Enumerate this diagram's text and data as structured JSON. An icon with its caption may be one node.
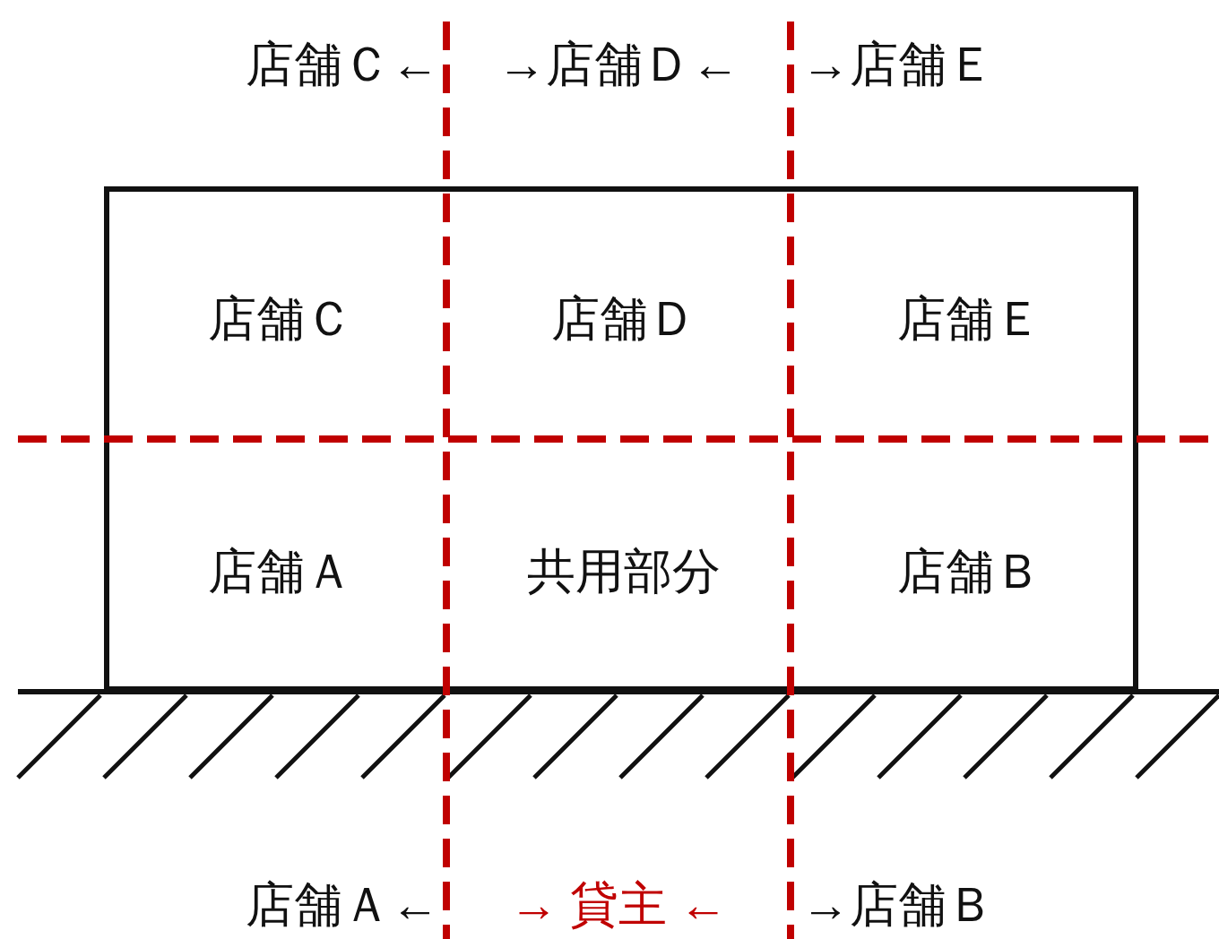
{
  "diagram": {
    "nodes": [
      {
        "text": [],
        "shape": "box"
      },
      {
        "text": [
          "店舗Ｃ"
        ],
        "in": 0
      },
      {
        "text": [
          "店舗Ｄ"
        ],
        "in": 0
      },
      {
        "text": [
          "店舗Ｅ"
        ],
        "in": 0
      },
      {
        "text": [
          "店舗Ａ"
        ],
        "in": 0
      },
      {
        "text": [
          "共用部分"
        ],
        "in": 0
      },
      {
        "text": [
          "店舗Ｂ"
        ],
        "in": 0
      }
    ],
    "labels": [
      "店舗Ｃ←",
      "→店舗Ｄ←",
      "→店舗Ｅ",
      "店舗Ａ←",
      "→ 貸主 ←",
      "→店舗Ｂ"
    ]
  }
}
